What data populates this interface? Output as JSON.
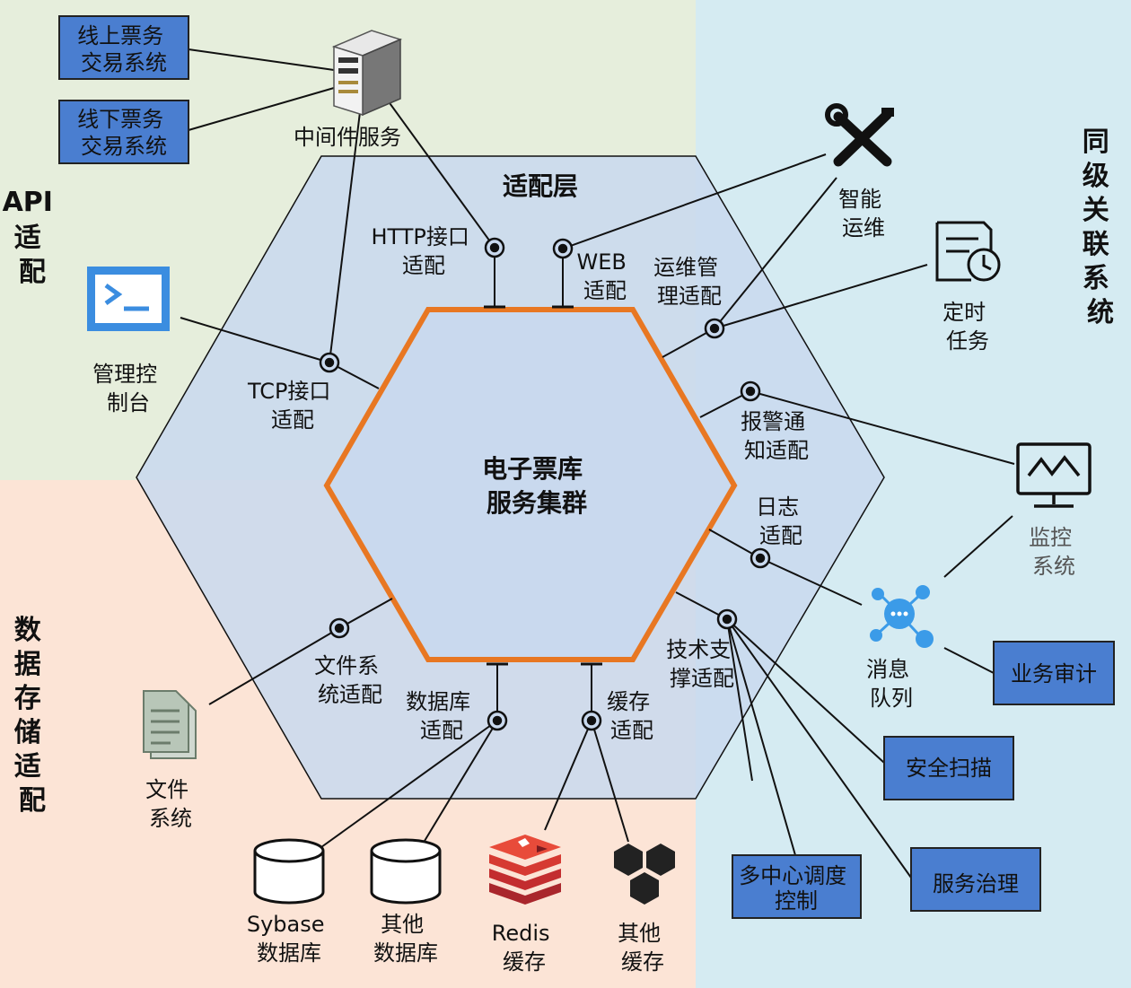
{
  "zones": {
    "api": [
      "API",
      "适",
      "配"
    ],
    "storage": [
      "数",
      "据",
      "存",
      "储",
      "适",
      "配"
    ],
    "peer": [
      "同",
      "级",
      "关",
      "联",
      "系",
      "统"
    ]
  },
  "colors": {
    "api_zone": "#e6eedc",
    "storage_zone": "#fce4d6",
    "peer_zone": "#d5ebf2",
    "outer_hex": "#c9d9ee",
    "core_border": "#e87722",
    "box_fill": "#4a7ed0"
  },
  "layer_title": "适配层",
  "core": [
    "电子票库",
    "服务集群"
  ],
  "adapters": {
    "http": [
      "HTTP接口",
      "适配"
    ],
    "web": [
      "WEB",
      "适配"
    ],
    "ops": [
      "运维管",
      "理适配"
    ],
    "tcp": [
      "TCP接口",
      "适配"
    ],
    "alarm": [
      "报警通",
      "知适配"
    ],
    "log": [
      "日志",
      "适配"
    ],
    "tech": [
      "技术支",
      "撑适配"
    ],
    "fs": [
      "文件系",
      "统适配"
    ],
    "db": [
      "数据库",
      "适配"
    ],
    "cache": [
      "缓存",
      "适配"
    ]
  },
  "boxes": {
    "online": [
      "线上票务",
      "交易系统"
    ],
    "offline": [
      "线下票务",
      "交易系统"
    ],
    "audit": [
      "业务审计"
    ],
    "security": [
      "安全扫描"
    ],
    "multicenter": [
      "多中心调度",
      "控制"
    ],
    "governance": [
      "服务治理"
    ]
  },
  "nodes": {
    "middleware": [
      "中间件服务"
    ],
    "console": [
      "管理控",
      "制台"
    ],
    "smartops": [
      "智能",
      "运维"
    ],
    "timer": [
      "定时",
      "任务"
    ],
    "monitor": [
      "监控",
      "系统"
    ],
    "mq": [
      "消息",
      "队列"
    ],
    "filesys": [
      "文件",
      "系统"
    ],
    "sybase": [
      "Sybase",
      "数据库"
    ],
    "otherdb": [
      "其他",
      "数据库"
    ],
    "redis": [
      "Redis",
      "缓存"
    ],
    "othercache": [
      "其他",
      "缓存"
    ]
  },
  "icons": {
    "middleware": "server-icon",
    "console": "terminal-icon",
    "smartops": "tools-icon",
    "timer": "scheduled-task-icon",
    "monitor": "monitor-icon",
    "mq": "message-queue-icon",
    "filesys": "document-icon",
    "sybase": "database-icon",
    "otherdb": "database-icon",
    "redis": "redis-icon",
    "othercache": "cache-cluster-icon"
  }
}
